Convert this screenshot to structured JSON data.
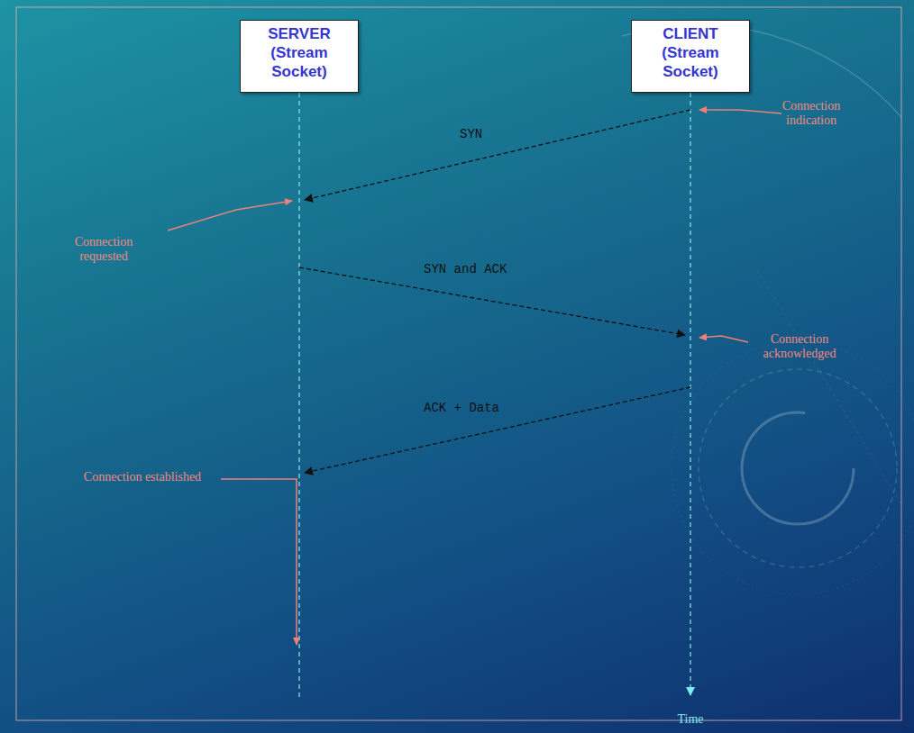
{
  "diagram": {
    "nodes": [
      {
        "text": [
          "SERVER (Stream Socket)"
        ]
      },
      {
        "text": [
          "CLIENT (Stream Socket)"
        ]
      }
    ],
    "edges": [
      {
        "from": 1,
        "to": 0,
        "arrow": "to",
        "label": "SYN"
      },
      {
        "from": 0,
        "to": 1,
        "arrow": "to",
        "label": "SYN and ACK"
      },
      {
        "from": 1,
        "to": 0,
        "arrow": "to",
        "label": "ACK + Data"
      }
    ],
    "labels": [
      "Connection indication",
      "Connection requested",
      "Connection acknowledged",
      "Connection established",
      "Time"
    ]
  }
}
